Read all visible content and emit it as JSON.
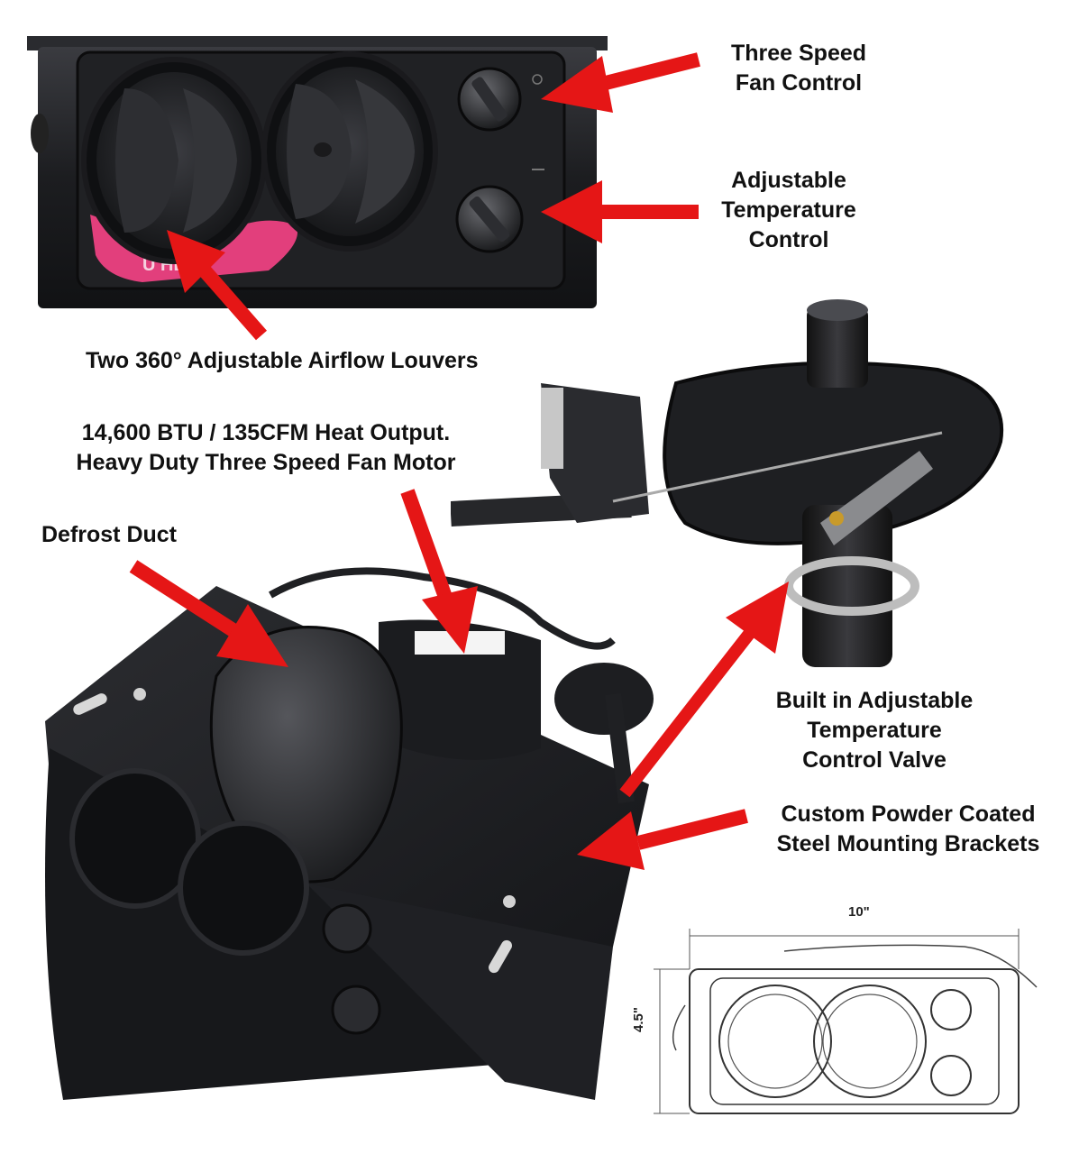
{
  "labels": {
    "fan_control": [
      "Three Speed",
      "Fan Control"
    ],
    "temperature_control": [
      "Adjustable",
      "Temperature",
      "Control"
    ],
    "louvers": "Two 360° Adjustable Airflow Louvers",
    "heat_output": [
      "14,600 BTU / 135CFM Heat Output.",
      "Heavy Duty Three Speed Fan Motor"
    ],
    "defrost_duct": "Defrost Duct",
    "valve": [
      "Built in Adjustable",
      "Temperature",
      "Control Valve"
    ],
    "brackets": [
      "Custom Powder Coated",
      "Steel Mounting Brackets"
    ]
  },
  "panel_logo": "U   HEAT",
  "dimensions": {
    "width": "10\"",
    "height": "4.5\""
  },
  "colors": {
    "arrow": "#e51616",
    "unit_body": "#1c1d20",
    "logo_pink": "#e23f7c"
  }
}
